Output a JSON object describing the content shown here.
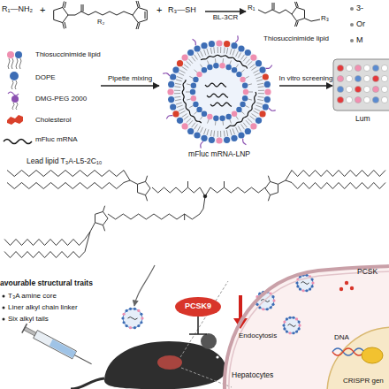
{
  "diagram": {
    "nodes": [
      {
        "text": [
          "R₃—SH"
        ]
      },
      {
        "text": [
          "Thiosuccinimide lipid"
        ]
      },
      {
        "text": [
          "Thiosuccinimide lipid",
          "DOPE",
          "DMG-PEG 2000",
          "Cholesterol",
          "mFluc mRNA"
        ]
      },
      {
        "text": [
          "mFluc mRNA-LNP"
        ]
      },
      {
        "text": [
          "Lum"
        ]
      },
      {
        "text": [
          "PCSK9"
        ]
      },
      {
        "text": [
          "Hepatocytes"
        ]
      }
    ],
    "edges": [
      {
        "from": 0,
        "to": 1,
        "label": "BL-3CR",
        "arrow": "to"
      },
      {
        "from": 2,
        "to": 3,
        "label": "Pipette mixing",
        "arrow": "to"
      },
      {
        "from": 3,
        "to": 4,
        "label": "In vitro screening",
        "arrow": "to"
      }
    ],
    "labels": [
      "R₁—NH₂",
      "+",
      "R₂",
      "+",
      "R₁",
      "R₃",
      "3-",
      "Or",
      "M",
      "Lead lipid T₃A-L5-2C₁₀",
      "avourable structural traits",
      "T₃A amine core",
      "Liner alkyl chain linker",
      "Six alkyl tails",
      "PCSK",
      "Endocytosis",
      "DNA",
      "CRISPR gen"
    ]
  }
}
